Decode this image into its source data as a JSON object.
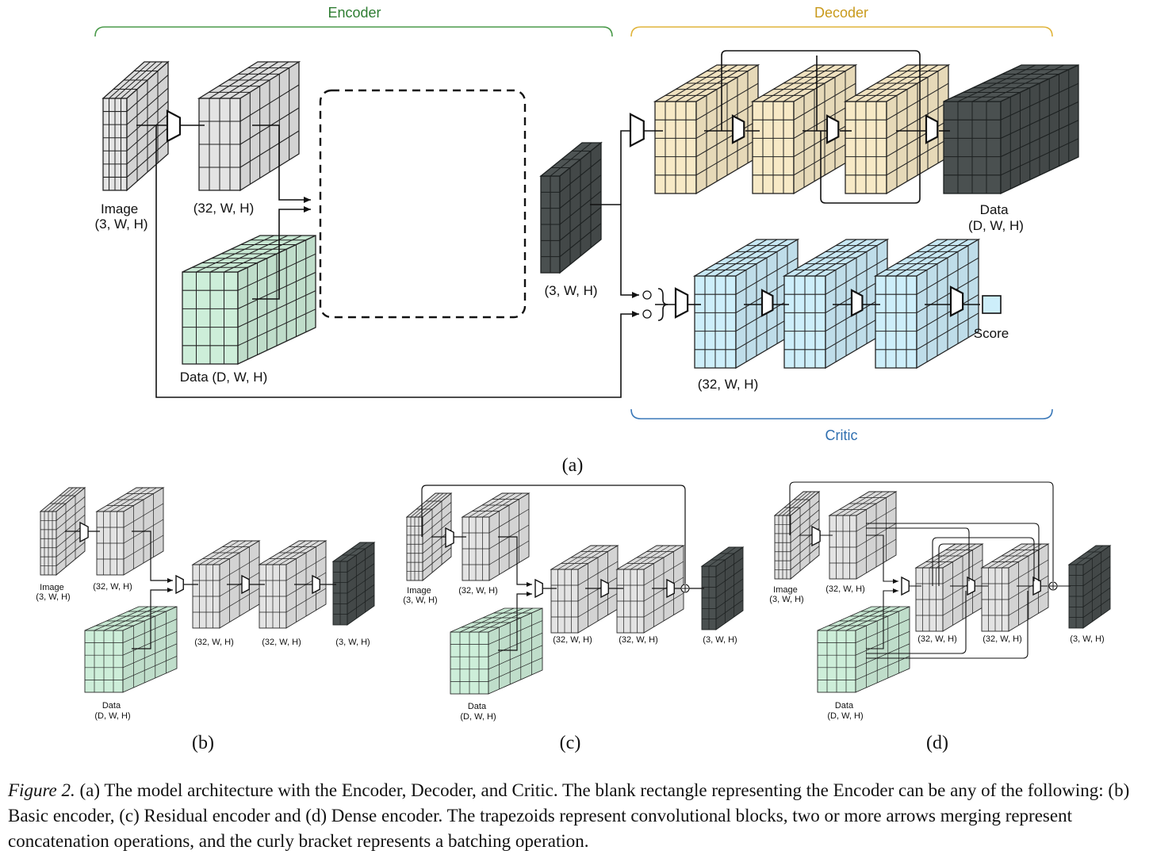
{
  "panel_a": {
    "encoder_title": "Encoder",
    "decoder_title": "Decoder",
    "critic_title": "Critic",
    "image_label": [
      "Image",
      "(3, W, H)"
    ],
    "feat_label": "(32, W, H)",
    "data_label": "Data (D, W, H)",
    "encoded_label": "(3, W, H)",
    "decoded_label": [
      "Data",
      "(D, W, H)"
    ],
    "critic_feat_label": "(32, W, H)",
    "score_label": "Score",
    "panel_label": "(a)"
  },
  "panel_b": {
    "image_label": [
      "Image",
      "(3, W, H)"
    ],
    "feat_label": "(32, W, H)",
    "data_label": [
      "Data",
      "(D, W, H)"
    ],
    "mid1_label": "(32, W, H)",
    "mid2_label": "(32, W, H)",
    "out_label": "(3, W, H)",
    "panel_label": "(b)"
  },
  "panel_c": {
    "image_label": [
      "Image",
      "(3, W, H)"
    ],
    "feat_label": "(32, W, H)",
    "data_label": [
      "Data",
      "(D, W, H)"
    ],
    "mid1_label": "(32, W, H)",
    "mid2_label": "(32, W, H)",
    "out_label": "(3, W, H)",
    "panel_label": "(c)"
  },
  "panel_d": {
    "image_label": [
      "Image",
      "(3, W, H)"
    ],
    "feat_label": "(32, W, H)",
    "data_label": [
      "Data",
      "(D, W, H)"
    ],
    "mid1_label": "(32, W, H)",
    "mid2_label": "(32, W, H)",
    "out_label": "(3, W, H)",
    "panel_label": "(d)"
  },
  "caption": {
    "lead": "Figure 2.",
    "text": " (a) The model architecture with the Encoder, Decoder, and Critic. The blank rectangle representing the Encoder can be any of the following: (b) Basic encoder, (c) Residual encoder and (d) Dense encoder. The trapezoids represent convolutional blocks, two or more arrows merging represent concatenation operations, and the curly bracket represents a batching operation."
  },
  "colors": {
    "gray_block": "#e3e3e3",
    "dark_block": "#4a5050",
    "green_block": "#cdeed9",
    "yellow_block": "#f7e9c6",
    "blue_block": "#cdeefa",
    "encoder_bracket": "#4a9a4a",
    "decoder_bracket": "#e0b43a",
    "critic_bracket": "#3a78b8",
    "encoder_text": "#2e7d32",
    "decoder_text": "#c99a1c",
    "critic_text": "#2f6fb0"
  }
}
